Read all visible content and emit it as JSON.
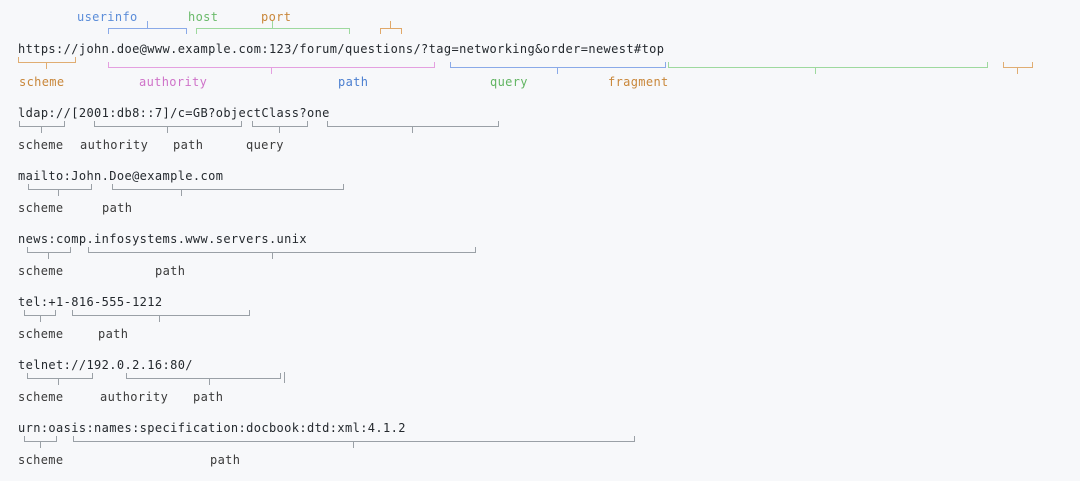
{
  "page": {
    "background_color": "#f7f8fa",
    "text_color": "#24292e",
    "label_color": "#3a3a3a",
    "neutral_bracket_color": "#9aa0a6"
  },
  "palette": {
    "scheme": "#d4954a",
    "authority": "#d97fd4",
    "path": "#5b8dd9",
    "query": "#7ec97e",
    "fragment": "#d4954a",
    "userinfo": "#7a9fe0",
    "host": "#7ec97e",
    "port": "#d4954a"
  },
  "diagrams": [
    {
      "id": "https-uri",
      "uri": "https://john.doe@www.example.com:123/forum/questions/?tag=networking&order=newest#top",
      "top_labels": [
        {
          "text": "userinfo",
          "color": "#5b8dd9"
        },
        {
          "text": "host",
          "color": "#6aba6a"
        },
        {
          "text": "port",
          "color": "#c9873a"
        }
      ],
      "bottom_labels": [
        {
          "text": "scheme",
          "color": "#c9873a"
        },
        {
          "text": "authority",
          "color": "#cf73c9"
        },
        {
          "text": "path",
          "color": "#4b7fd0"
        },
        {
          "text": "query",
          "color": "#62b562"
        },
        {
          "text": "fragment",
          "color": "#c9873a"
        }
      ]
    },
    {
      "id": "ldap-uri",
      "uri": "ldap://[2001:db8::7]/c=GB?objectClass?one",
      "top_labels": [],
      "bottom_labels": [
        {
          "text": "scheme",
          "color": "#3a3a3a"
        },
        {
          "text": "authority",
          "color": "#3a3a3a"
        },
        {
          "text": "path",
          "color": "#3a3a3a"
        },
        {
          "text": "query",
          "color": "#3a3a3a"
        }
      ]
    },
    {
      "id": "mailto-uri",
      "uri": "mailto:John.Doe@example.com",
      "top_labels": [],
      "bottom_labels": [
        {
          "text": "scheme",
          "color": "#3a3a3a"
        },
        {
          "text": "path",
          "color": "#3a3a3a"
        }
      ]
    },
    {
      "id": "news-uri",
      "uri": "news:comp.infosystems.www.servers.unix",
      "top_labels": [],
      "bottom_labels": [
        {
          "text": "scheme",
          "color": "#3a3a3a"
        },
        {
          "text": "path",
          "color": "#3a3a3a"
        }
      ]
    },
    {
      "id": "tel-uri",
      "uri": "tel:+1-816-555-1212",
      "top_labels": [],
      "bottom_labels": [
        {
          "text": "scheme",
          "color": "#3a3a3a"
        },
        {
          "text": "path",
          "color": "#3a3a3a"
        }
      ]
    },
    {
      "id": "telnet-uri",
      "uri": "telnet://192.0.2.16:80/",
      "top_labels": [],
      "bottom_labels": [
        {
          "text": "scheme",
          "color": "#3a3a3a"
        },
        {
          "text": "authority",
          "color": "#3a3a3a"
        },
        {
          "text": "path",
          "color": "#3a3a3a"
        }
      ]
    },
    {
      "id": "urn-uri",
      "uri": "urn:oasis:names:specification:docbook:dtd:xml:4.1.2",
      "top_labels": [],
      "bottom_labels": [
        {
          "text": "scheme",
          "color": "#3a3a3a"
        },
        {
          "text": "path",
          "color": "#3a3a3a"
        }
      ]
    }
  ]
}
